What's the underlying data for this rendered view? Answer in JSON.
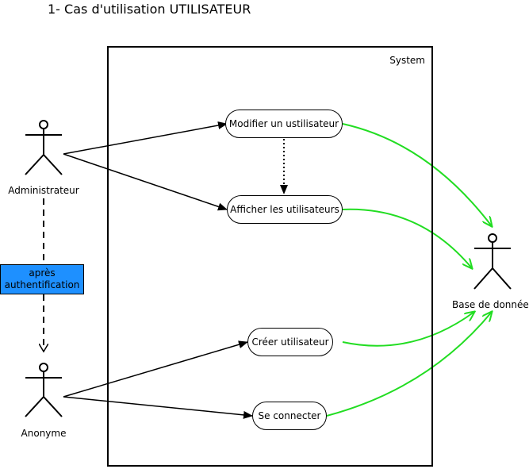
{
  "title": "1- Cas d'utilisation UTILISATEUR",
  "system": {
    "label": "System"
  },
  "actors": {
    "administrateur": "Administrateur",
    "anonyme": "Anonyme",
    "base": "Base de donnée"
  },
  "note": {
    "line1": "après",
    "line2": "authentification",
    "fill_color": "#1e90ff"
  },
  "use_cases": {
    "modifier": "Modifier un ustilisateur",
    "afficher": "Afficher les utilisateurs",
    "creer": "Créer utilisateur",
    "connecter": "Se connecter"
  },
  "colors": {
    "db_link": "#22dd22",
    "line": "#000000"
  }
}
